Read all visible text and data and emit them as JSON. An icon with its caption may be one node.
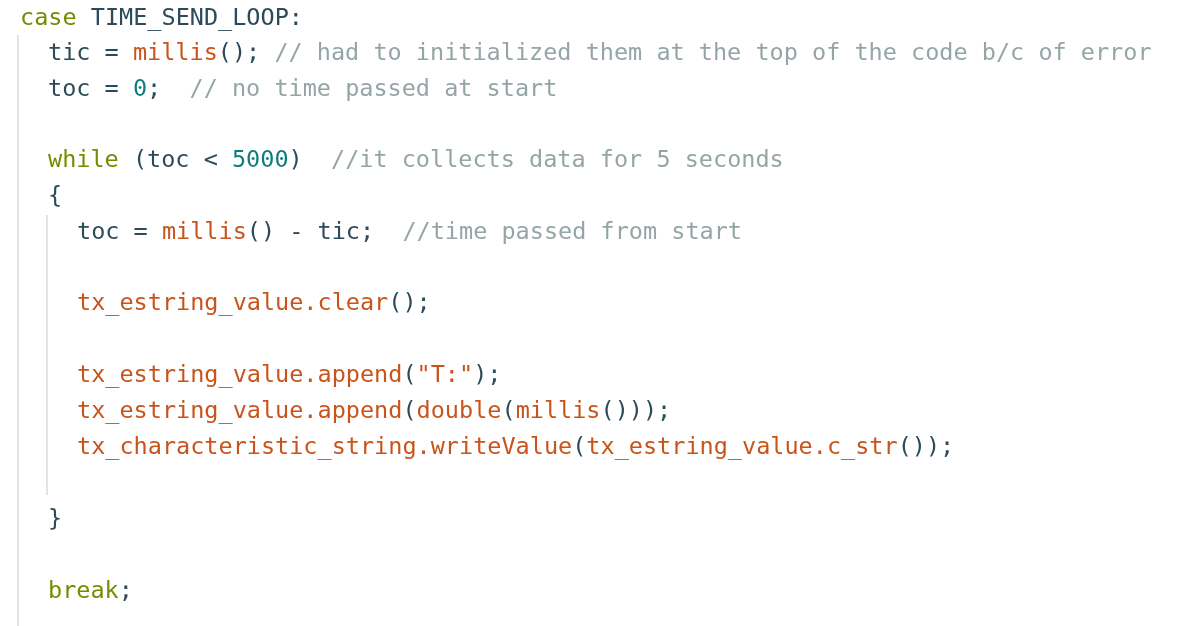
{
  "diagram": {
    "labels": [
      "case TIME_SEND_LOOP:",
      "tic = millis(); // had to initialized them at the top of the code b/c of error",
      "toc = 0;  // no time passed at start",
      "while (toc < 5000)  //it collects data for 5 seconds",
      "{",
      "toc = millis() - tic;  //time passed from start",
      "tx_estring_value.clear();",
      "tx_estring_value.append(\"T:\");",
      "tx_estring_value.append(double(millis()));",
      "tx_characteristic_string.writeValue(tx_estring_value.c_str());",
      "}",
      "break;"
    ]
  }
}
